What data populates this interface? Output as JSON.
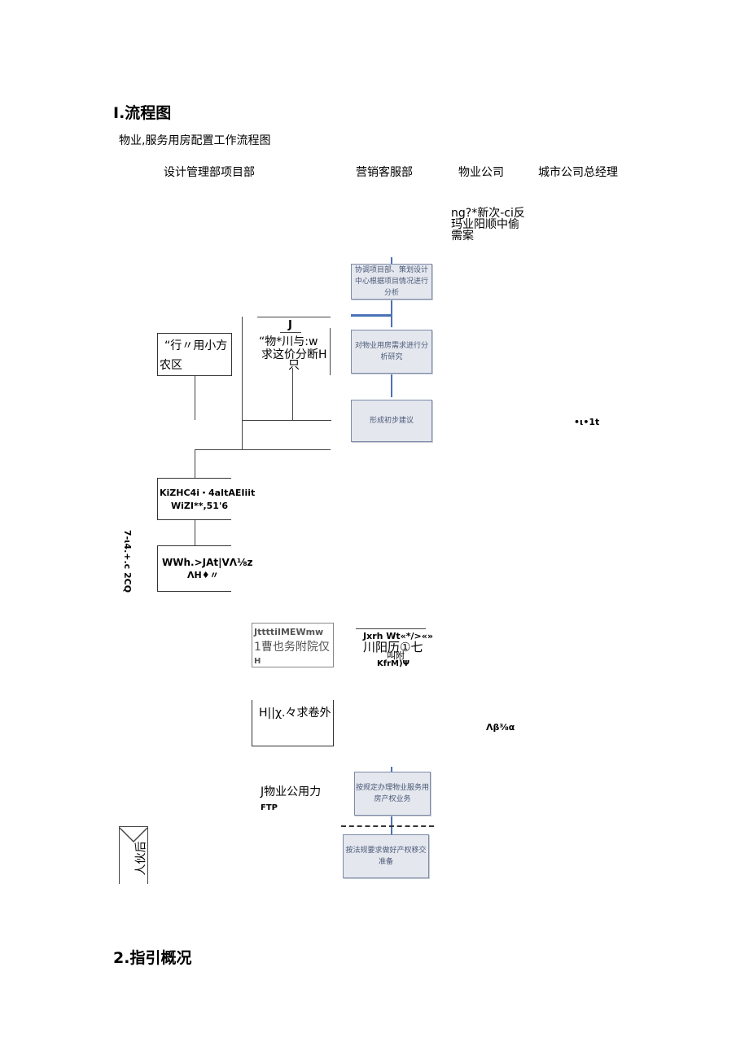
{
  "section1": {
    "title": "I.流程图"
  },
  "diagram_title": "物业,服务用房配置工作流程图",
  "columns": [
    "设计管理部项目部",
    "营销客服部",
    "物业公司",
    "城市公司总经理"
  ],
  "top_note": {
    "line1": "ng?*新次-ci反",
    "line2": "玛业阳顺中偷",
    "line3": "需案"
  },
  "blue_boxes": [
    "协调项目部、策划设计中心根据项目情况进行分析",
    "对物业用房需求进行分析研究",
    "形成初步建议",
    "按规定办理物业服务用房产权业务",
    "按法规要求做好产权移交准备"
  ],
  "box_a": {
    "line1": "“行〃用小方",
    "line2": "农区"
  },
  "box_b": {
    "top": "J",
    "line1": "“物*川与:w",
    "line2": "求这价分断H",
    "line3": "只"
  },
  "box_c": {
    "line1": "KiZHC4i・4aItAEIiit",
    "line2": "WiZI**,51'6"
  },
  "box_d": {
    "line1": "WWh.>JAt|VΛ⅛z",
    "line2": "ΛH♦〃"
  },
  "left_note": "7-ι4.+.c 2CQ",
  "right_note1": "•ι•1t",
  "right_note2": "Λβ⅜α",
  "box_e": {
    "line1": "JttttiIMEWmw",
    "line2": "1曹也务附院仅",
    "line3": "H"
  },
  "box_f": {
    "line1": "Jxrh Wt«*/>«»",
    "line2": "川阳历①七",
    "line3": "叫附",
    "line4": "KfrM)Ψ"
  },
  "box_g": {
    "line1": "H||χ.々求卷外"
  },
  "box_h": {
    "line1": "J物业公用力",
    "line2": "FTP"
  },
  "side_tab": "人伙后",
  "section2": {
    "title": "2.指引概况"
  }
}
